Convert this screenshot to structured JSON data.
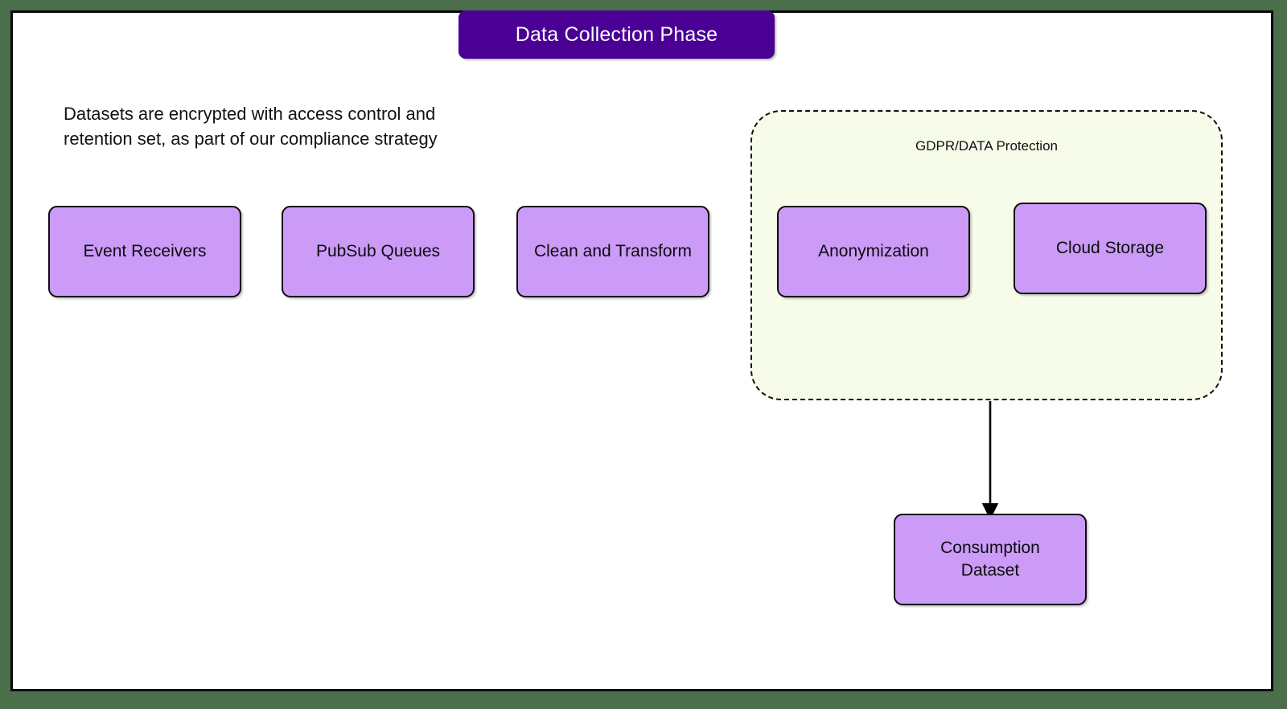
{
  "page": {
    "background_color": "#4a6f4a",
    "canvas_color": "#ffffff",
    "border_color": "#0a0a0a"
  },
  "title_banner": {
    "label": "Data Collection Phase",
    "background_color": "#4b0095",
    "text_color": "#ffffff"
  },
  "annotation": {
    "text": "Datasets are encrypted with access control and\nretention set, as part of our compliance strategy"
  },
  "cluster": {
    "label": "GDPR/DATA Protection",
    "background_color": "#f6fce9",
    "border_color": "#111111",
    "border_style": "dashed"
  },
  "nodes": [
    {
      "id": "event_receivers",
      "label": "Event Receivers"
    },
    {
      "id": "pubsub_queues",
      "label": "PubSub Queues"
    },
    {
      "id": "clean_transform",
      "label": "Clean and Transform"
    },
    {
      "id": "anonymization",
      "label": "Anonymization"
    },
    {
      "id": "cloud_storage",
      "label": "Cloud Storage"
    },
    {
      "id": "consumption_dataset",
      "label": "Consumption\nDataset"
    }
  ],
  "node_style": {
    "fill_color": "#cb9bf7",
    "stroke_color": "#0b0b0b",
    "text_color": "#0c0c0c"
  },
  "edges": [
    {
      "id": "cluster-to-consumption",
      "from": "GDPR/DATA Protection",
      "to": "Consumption Dataset",
      "label": "",
      "arrowhead": "filled-triangle",
      "color": "#000000"
    }
  ]
}
